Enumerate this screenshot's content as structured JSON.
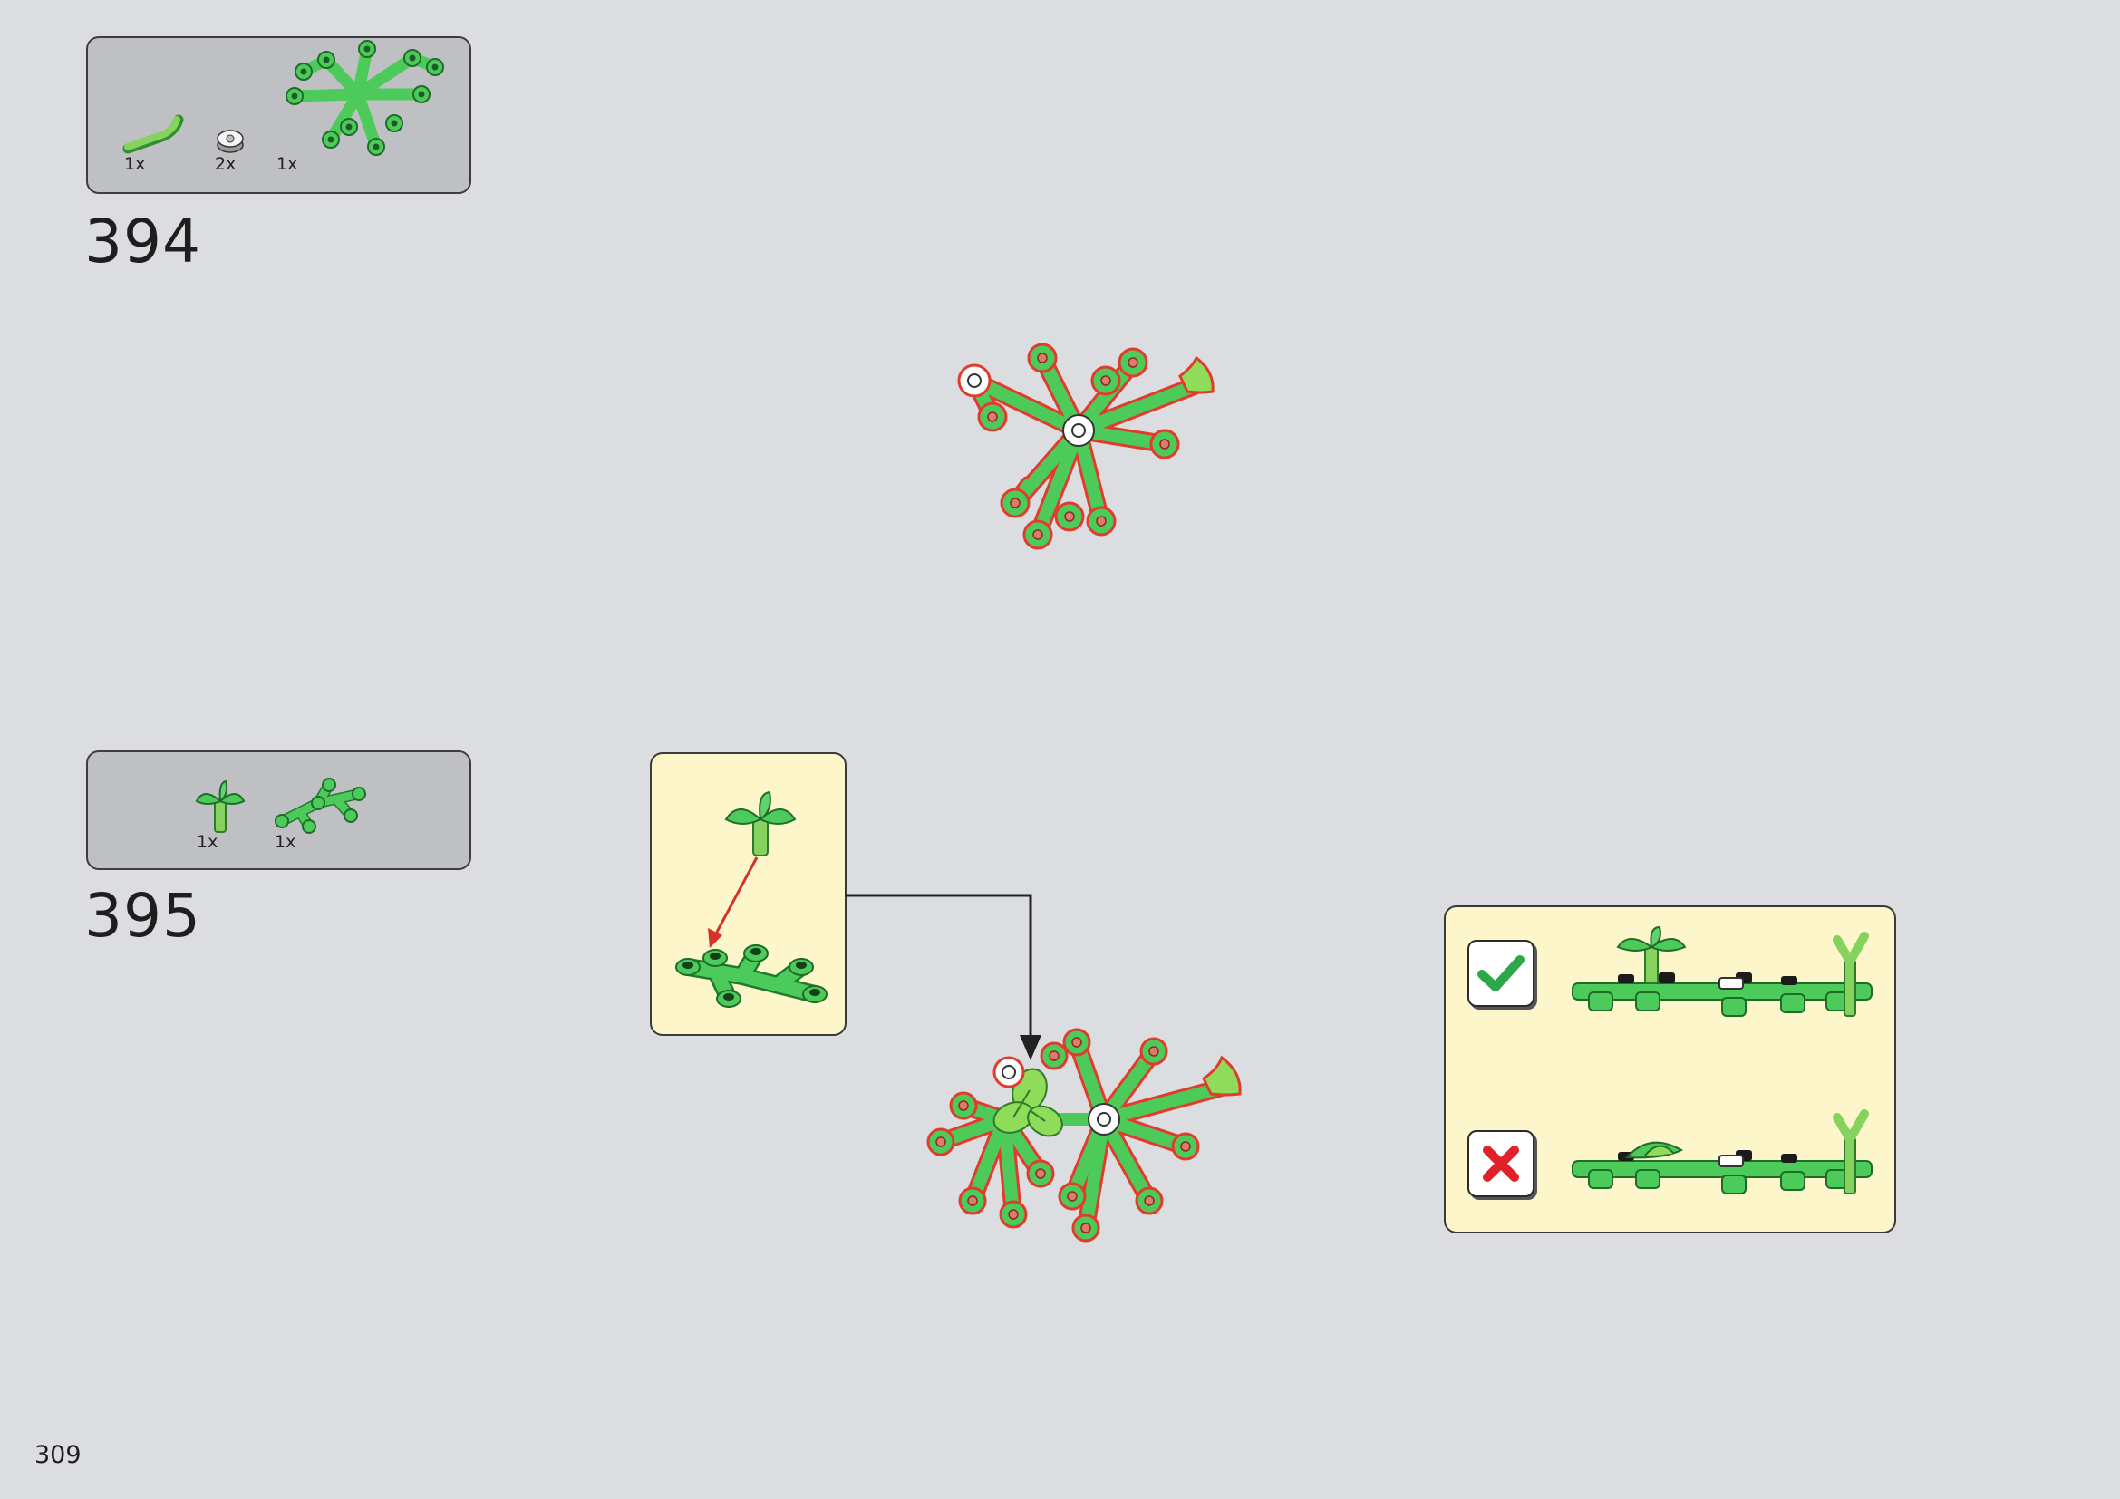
{
  "page": {
    "number": "309"
  },
  "steps": [
    {
      "number": "394",
      "parts": [
        {
          "qty": "1x",
          "icon": "curved-stem-piece"
        },
        {
          "qty": "2x",
          "icon": "white-flower-round-piece"
        },
        {
          "qty": "1x",
          "icon": "branched-leaf-plate"
        }
      ]
    },
    {
      "number": "395",
      "parts": [
        {
          "qty": "1x",
          "icon": "palm-leaf-sprout-piece"
        },
        {
          "qty": "1x",
          "icon": "small-branched-plate"
        }
      ]
    }
  ],
  "verification": {
    "correct_icon": "checkmark-icon",
    "incorrect_icon": "cross-icon"
  },
  "colors": {
    "background": "#dcdde0",
    "parts_box": "#bfc0c3",
    "callout": "#fdf6cb",
    "brick_green": "#4ccb5a",
    "bright_green": "#8fdc5a",
    "highlight_red": "#e23b2e",
    "check_green": "#2aa84a",
    "cross_red": "#e0202a"
  }
}
